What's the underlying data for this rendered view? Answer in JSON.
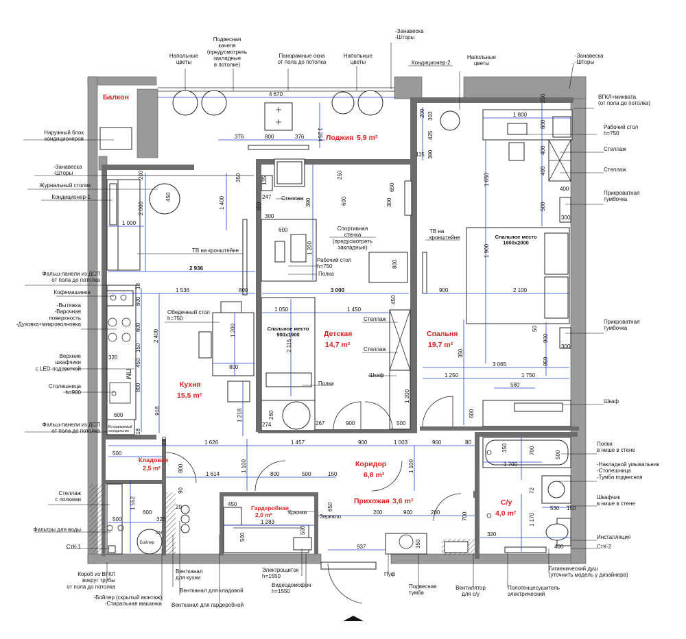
{
  "rooms": {
    "balcony": "Балкон",
    "loggia": "Лоджия",
    "loggia_area": "5,9 m²",
    "kitchen": "Кухня",
    "kitchen_area": "15,5 m²",
    "children": "Детская",
    "children_area": "14,7 m²",
    "bedroom": "Спальня",
    "bedroom_area": "19,7 m²",
    "pantry": "Кладовая",
    "pantry_area": "2,5 m²",
    "corridor": "Коридор",
    "corridor_area": "6,8 m²",
    "hall": "Прихожая",
    "hall_area": "3,6 m²",
    "wardrobe": "Гардеробная",
    "wardrobe_area": "2,0 m²",
    "bath": "С/у",
    "bath_area": "4,0 m²"
  },
  "furniture": {
    "bed_child": "Спальное место\n900x1900",
    "bed_main": "Спальное место\n1800x2000",
    "boiler": "Бойлер",
    "fridge": "Встраиваемый\nхолодильник",
    "pm": "ПМ",
    "cm": "СМ"
  },
  "labels_top": {
    "swing": "Подвесная\nкачеля\n(предусмотреть\nзакладные\nв потолке)",
    "flowers1": "Напольные\nцветы",
    "windows": "Панорамные окна\nот пола до потолка",
    "flowers2": "Напольные\nцветы",
    "curtain_top": "-Занавеска\n-Шторы",
    "ac2": "Кондиционер-2",
    "flowers3": "Напольные\nцветы",
    "curtain_right": "-Занавеска\n-Шторы"
  },
  "labels_left": {
    "outdoor_unit": "Наружный блок\nкондиционеров",
    "curtain": "-Занавеска\n-Шторы",
    "coffee_table": "Журнальный столик",
    "ac1": "Кондиционер-1",
    "false_panels1": "Фальш-панели из ДСП\nот пола до потолка",
    "coffee_machine": "Кофемашинка",
    "hood": "-Вытяжка\n-Варочная\nповерхность\n-Духовка+микроволновка",
    "upper_cabinets": "Верхние\nшкафчики\nс LED-подсветкой",
    "countertop": "Столешница\nh=900",
    "false_panels2": "Фальш-панели из ДСП\nот пола до потолка",
    "shelving": "Стеллаж\nс полками",
    "water_filters": "Фильтры для воды",
    "stk1": "СтК-1"
  },
  "labels_right": {
    "gkl": "ВГКЛ+минвата\n(от пола до потолка)",
    "desk": "Рабочий стол\nh=750",
    "rack1": "Стеллаж",
    "rack2": "Стеллаж",
    "nightstand1": "Прикроватная\nтумбочка",
    "nightstand2": "Прикроватная\nтумбочка",
    "wardrobe": "Шкаф",
    "niche_shelves": "Полки\nв нише в стене",
    "sink": "-Накладной умывальник\n-Столешница\n-Тумба подвесная",
    "niche_cabinet": "Шкафчик\nв нише в стене",
    "installation": "Инсталляция",
    "stk2": "СтК-2"
  },
  "labels_inner": {
    "tv_kitchen": "ТВ на кронштейне",
    "dining_table": "Обеденный стол\nh=750",
    "rack_child": "Стеллаж",
    "sport_wall": "Спортивная\nстенка\n(предусмотреть\nзакладные)",
    "desk_child": "Рабочий стол\nh=750",
    "shelf": "Полка",
    "tv_bed": "ТВ на\nкронштейне",
    "rack_c1": "Стеллаж",
    "rack_c2": "Стеллаж",
    "wardrobe_c": "Шкаф",
    "shelves_c": "Полки",
    "hooks": "Крючки",
    "mirror": "Зеркало"
  },
  "labels_bottom": {
    "gkl_box": "Короб из ВГКЛ\nвокруг трубы\nот пола до потолка",
    "boiler_wm": "-Бойлер (скрытый монтаж)\n-Стиральная машинка",
    "vent_kitchen": "Вентканал\nдля кухни",
    "vent_pantry": "Вентканал для кладовой",
    "vent_wardrobe": "Вентканал для гардеробной",
    "el_panel": "Электрощиток\nh=1550",
    "intercom": "Видеодомофон\nh=1550",
    "pouf": "Пуф",
    "hanging_stand": "Подвесная\nтумба",
    "fan": "Вентилятор\nдля с/у",
    "towel": "Полотенцесушитель\nэлектрический",
    "hygienic_shower": "Гигиенический душ\n(уточнить модель у дизайнера)"
  },
  "dims": {
    "d4670": "4 670",
    "d376a": "376",
    "d800a": "800",
    "d376b": "376",
    "d1254": "1 254",
    "d1800": "1 800",
    "d250": "250",
    "d600a": "600",
    "d400a": "400",
    "d400b": "400",
    "d400c": "400",
    "d1650": "1 650",
    "d500a": "500",
    "d300a": "300",
    "d1900": "1 900",
    "d300b": "300",
    "d200a": "200",
    "d303": "303",
    "d425": "425",
    "d390": "390",
    "d115": "115",
    "d200b": "200",
    "d350a": "350",
    "d2000": "2 000",
    "d450a": "450",
    "d1400": "1 400",
    "d1000": "1 000",
    "d2936": "2 936",
    "d1536": "1 536",
    "d800b": "800",
    "d18": "18",
    "d600b": "600",
    "d600c": "600",
    "d150a": "150",
    "d450b": "450",
    "d800c": "800",
    "d918": "918",
    "d2400": "2 400",
    "d1200a": "1 200",
    "d1200b": "1 200",
    "d800d": "800",
    "d320a": "320",
    "d600d": "600",
    "d18b": "18",
    "d135": "135",
    "d247": "247",
    "d350b": "350",
    "d390b": "390",
    "d250b": "250",
    "d600e": "600",
    "d650": "650",
    "d300c": "300",
    "d600f": "600",
    "d300d": "300",
    "d3000": "3 000",
    "d1050": "1 050",
    "d1450": "1 450",
    "d450c": "450",
    "d800e": "800",
    "d2115": "2 115",
    "d1218": "1 218",
    "d260": "260",
    "d274": "274",
    "d267": "267",
    "d900a": "900",
    "d500b": "500",
    "d1200c": "1 200",
    "d600g": "600",
    "d900b": "900",
    "d2100": "2 100",
    "d3065": "3 065",
    "d1250": "1 250",
    "d1750": "1 750",
    "d580": "580",
    "d50": "50",
    "d959": "959",
    "d900c": "900",
    "d350c": "350",
    "d220": "220",
    "d1626": "1 626",
    "d1457": "1 457",
    "d900d": "900",
    "d1003": "1 003",
    "d900e": "900",
    "d80": "80",
    "d500c": "500",
    "d800f": "800",
    "d1614": "1 614",
    "d800g": "800",
    "d500d": "500",
    "d150b": "150",
    "d1100a": "1 100",
    "d1100b": "1 100",
    "d1552": "1 552",
    "d500e": "500",
    "d600h": "600",
    "d450d": "450",
    "d320b": "320",
    "d1283": "1 283",
    "d500f": "500",
    "d200c": "200",
    "d900f": "900",
    "d200d": "200",
    "d650b": "650",
    "d937": "937",
    "d350d": "350",
    "d320c": "320",
    "d500g": "500",
    "d1700": "1 700",
    "d700a": "700",
    "d350e": "350",
    "d500h": "500",
    "d72": "72",
    "d530": "530",
    "d150c": "150",
    "d700b": "700",
    "d1170": "1 170",
    "d400d": "400",
    "d20": "20",
    "d90": "90",
    "d500i": "500"
  }
}
